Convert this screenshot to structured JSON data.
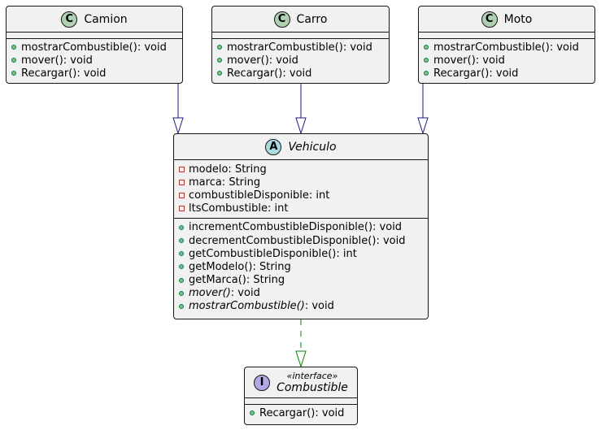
{
  "diagram": {
    "classes": {
      "camion": {
        "name": "Camion",
        "kind": "C",
        "methods": [
          "mostrarCombustible(): void",
          "mover(): void",
          "Recargar(): void"
        ]
      },
      "carro": {
        "name": "Carro",
        "kind": "C",
        "methods": [
          "mostrarCombustible(): void",
          "mover(): void",
          "Recargar(): void"
        ]
      },
      "moto": {
        "name": "Moto",
        "kind": "C",
        "methods": [
          "mostrarCombustible(): void",
          "mover(): void",
          "Recargar(): void"
        ]
      },
      "vehiculo": {
        "name": "Vehiculo",
        "kind": "A",
        "attributes": [
          "modelo: String",
          "marca: String",
          "combustibleDisponible: int",
          "ltsCombustible: int"
        ],
        "methods": [
          "incrementCombustibleDisponible(): void",
          "decrementCombustibleDisponible(): void",
          "getCombustibleDisponible(): int",
          "getModelo(): String",
          "getMarca(): String"
        ],
        "abstract_methods": [
          {
            "name": "mover()",
            "type": ": void"
          },
          {
            "name": "mostrarCombustible()",
            "type": ": void"
          }
        ]
      },
      "combustible": {
        "name": "Combustible",
        "kind": "I",
        "stereotype": "«interface»",
        "methods": [
          "Recargar(): void"
        ]
      }
    },
    "relations": [
      {
        "from": "Camion",
        "to": "Vehiculo",
        "type": "extends"
      },
      {
        "from": "Carro",
        "to": "Vehiculo",
        "type": "extends"
      },
      {
        "from": "Moto",
        "to": "Vehiculo",
        "type": "extends"
      },
      {
        "from": "Vehiculo",
        "to": "Combustible",
        "type": "implements"
      }
    ],
    "colors": {
      "extends_line": "#181880",
      "implements_line": "#008000",
      "class_circle": "#add1b2",
      "abstract_circle": "#a9dcdf",
      "interface_circle": "#b4a7e5",
      "box_fill": "#f1f1f1"
    }
  }
}
